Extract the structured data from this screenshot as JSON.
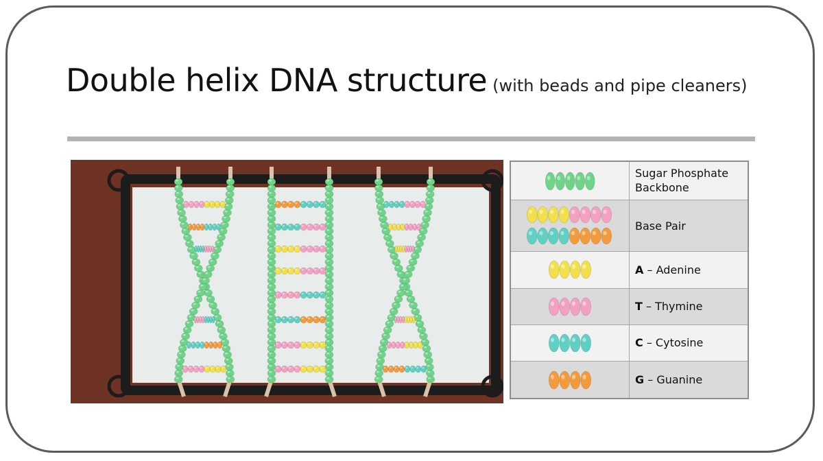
{
  "title": {
    "main": "Double helix DNA structure",
    "sub": "(with beads and pipe cleaners)"
  },
  "photo": {
    "bead_colors": {
      "backbone": "#6fd48a",
      "adenine": "#f2e04a",
      "thymine": "#f3a0c2",
      "cytosine": "#5fd0c2",
      "guanine": "#f39a3a",
      "pipe_cleaner": "#d9c3a8",
      "frame": "#1c1c1c",
      "table": "#6e3324"
    }
  },
  "legend": {
    "rows": [
      {
        "line1": "Sugar Phosphate",
        "line2": "Backbone",
        "bold": "",
        "rest": ""
      },
      {
        "line1": "Base Pair",
        "line2": "",
        "bold": "",
        "rest": ""
      },
      {
        "line1": "",
        "line2": "",
        "bold": "A",
        "rest": " – Adenine"
      },
      {
        "line1": "",
        "line2": "",
        "bold": "T",
        "rest": " – Thymine"
      },
      {
        "line1": "",
        "line2": "",
        "bold": "C",
        "rest": " – Cytosine"
      },
      {
        "line1": "",
        "line2": "",
        "bold": "G",
        "rest": " – Guanine"
      }
    ]
  }
}
